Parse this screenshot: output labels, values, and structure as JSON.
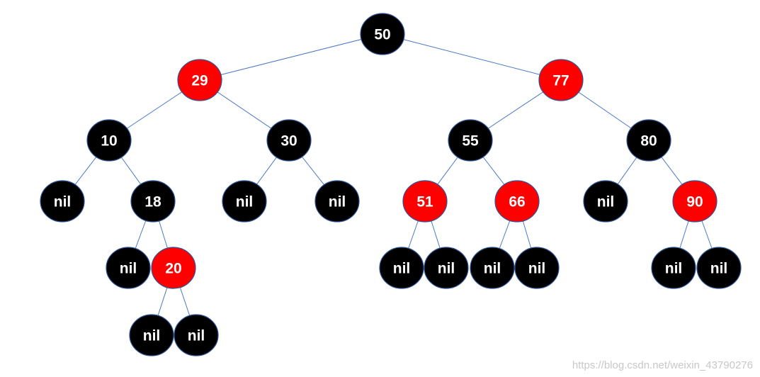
{
  "colors": {
    "red": "#ff0000",
    "black": "#000000",
    "edge": "#4a78c8",
    "label": "#ffffff"
  },
  "tree": {
    "nodes": [
      {
        "id": "n50",
        "label": "50",
        "color": "black"
      },
      {
        "id": "n29",
        "label": "29",
        "color": "red"
      },
      {
        "id": "n77",
        "label": "77",
        "color": "red"
      },
      {
        "id": "n10",
        "label": "10",
        "color": "black"
      },
      {
        "id": "n30",
        "label": "30",
        "color": "black"
      },
      {
        "id": "n55",
        "label": "55",
        "color": "black"
      },
      {
        "id": "n80",
        "label": "80",
        "color": "black"
      },
      {
        "id": "nil1",
        "label": "nil",
        "color": "black"
      },
      {
        "id": "n18",
        "label": "18",
        "color": "black"
      },
      {
        "id": "nil2",
        "label": "nil",
        "color": "black"
      },
      {
        "id": "nil3",
        "label": "nil",
        "color": "black"
      },
      {
        "id": "n51",
        "label": "51",
        "color": "red"
      },
      {
        "id": "n66",
        "label": "66",
        "color": "red"
      },
      {
        "id": "nil4",
        "label": "nil",
        "color": "black"
      },
      {
        "id": "n90",
        "label": "90",
        "color": "red"
      },
      {
        "id": "nil5",
        "label": "nil",
        "color": "black"
      },
      {
        "id": "n20",
        "label": "20",
        "color": "red"
      },
      {
        "id": "nil6",
        "label": "nil",
        "color": "black"
      },
      {
        "id": "nil7",
        "label": "nil",
        "color": "black"
      },
      {
        "id": "nil8",
        "label": "nil",
        "color": "black"
      },
      {
        "id": "nil9",
        "label": "nil",
        "color": "black"
      },
      {
        "id": "nil10",
        "label": "nil",
        "color": "black"
      },
      {
        "id": "nil11",
        "label": "nil",
        "color": "black"
      },
      {
        "id": "nil12",
        "label": "nil",
        "color": "black"
      },
      {
        "id": "nil13",
        "label": "nil",
        "color": "black"
      }
    ],
    "edges": [
      [
        "n50",
        "n29"
      ],
      [
        "n50",
        "n77"
      ],
      [
        "n29",
        "n10"
      ],
      [
        "n29",
        "n30"
      ],
      [
        "n77",
        "n55"
      ],
      [
        "n77",
        "n80"
      ],
      [
        "n10",
        "nil1"
      ],
      [
        "n10",
        "n18"
      ],
      [
        "n30",
        "nil2"
      ],
      [
        "n30",
        "nil3"
      ],
      [
        "n55",
        "n51"
      ],
      [
        "n55",
        "n66"
      ],
      [
        "n80",
        "nil4"
      ],
      [
        "n80",
        "n90"
      ],
      [
        "n18",
        "nil5"
      ],
      [
        "n18",
        "n20"
      ],
      [
        "n51",
        "nil8"
      ],
      [
        "n51",
        "nil9"
      ],
      [
        "n66",
        "nil10"
      ],
      [
        "n66",
        "nil11"
      ],
      [
        "n90",
        "nil12"
      ],
      [
        "n90",
        "nil13"
      ],
      [
        "n20",
        "nil6"
      ],
      [
        "n20",
        "nil7"
      ]
    ]
  },
  "watermark": "https://blog.csdn.net/weixin_43790276"
}
